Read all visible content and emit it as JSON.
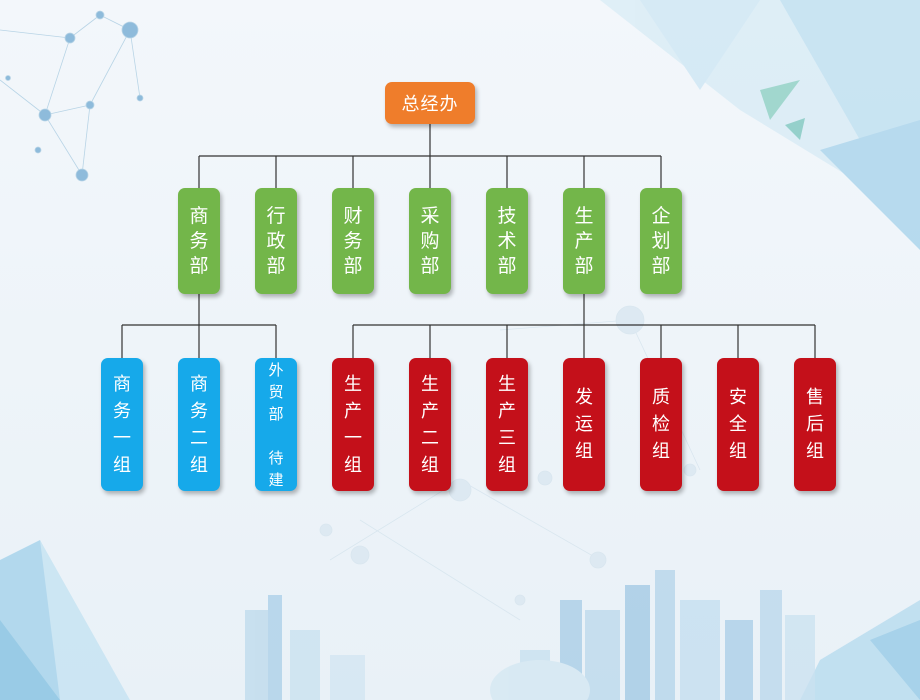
{
  "root": {
    "label": "总经办"
  },
  "departments": [
    {
      "label": "商\n务\n部"
    },
    {
      "label": "行\n政\n部"
    },
    {
      "label": "财\n务\n部"
    },
    {
      "label": "采\n购\n部"
    },
    {
      "label": "技\n术\n部"
    },
    {
      "label": "生\n产\n部"
    },
    {
      "label": "企\n划\n部"
    }
  ],
  "commerce_groups": [
    {
      "label": "商\n务\n一\n组"
    },
    {
      "label": "商\n务\n二\n组"
    },
    {
      "label": "外\n贸\n部\n\n待\n建"
    }
  ],
  "production_groups": [
    {
      "label": "生\n产\n一\n组"
    },
    {
      "label": "生\n产\n二\n组"
    },
    {
      "label": "生\n产\n三\n组"
    },
    {
      "label": "发\n运\n组"
    },
    {
      "label": "质\n检\n组"
    },
    {
      "label": "安\n全\n组"
    },
    {
      "label": "售\n后\n组"
    }
  ],
  "colors": {
    "root": "#ef7d2b",
    "department": "#73b64a",
    "commerce_group": "#16a9ea",
    "production_group": "#c4101a",
    "connector": "#333333"
  }
}
